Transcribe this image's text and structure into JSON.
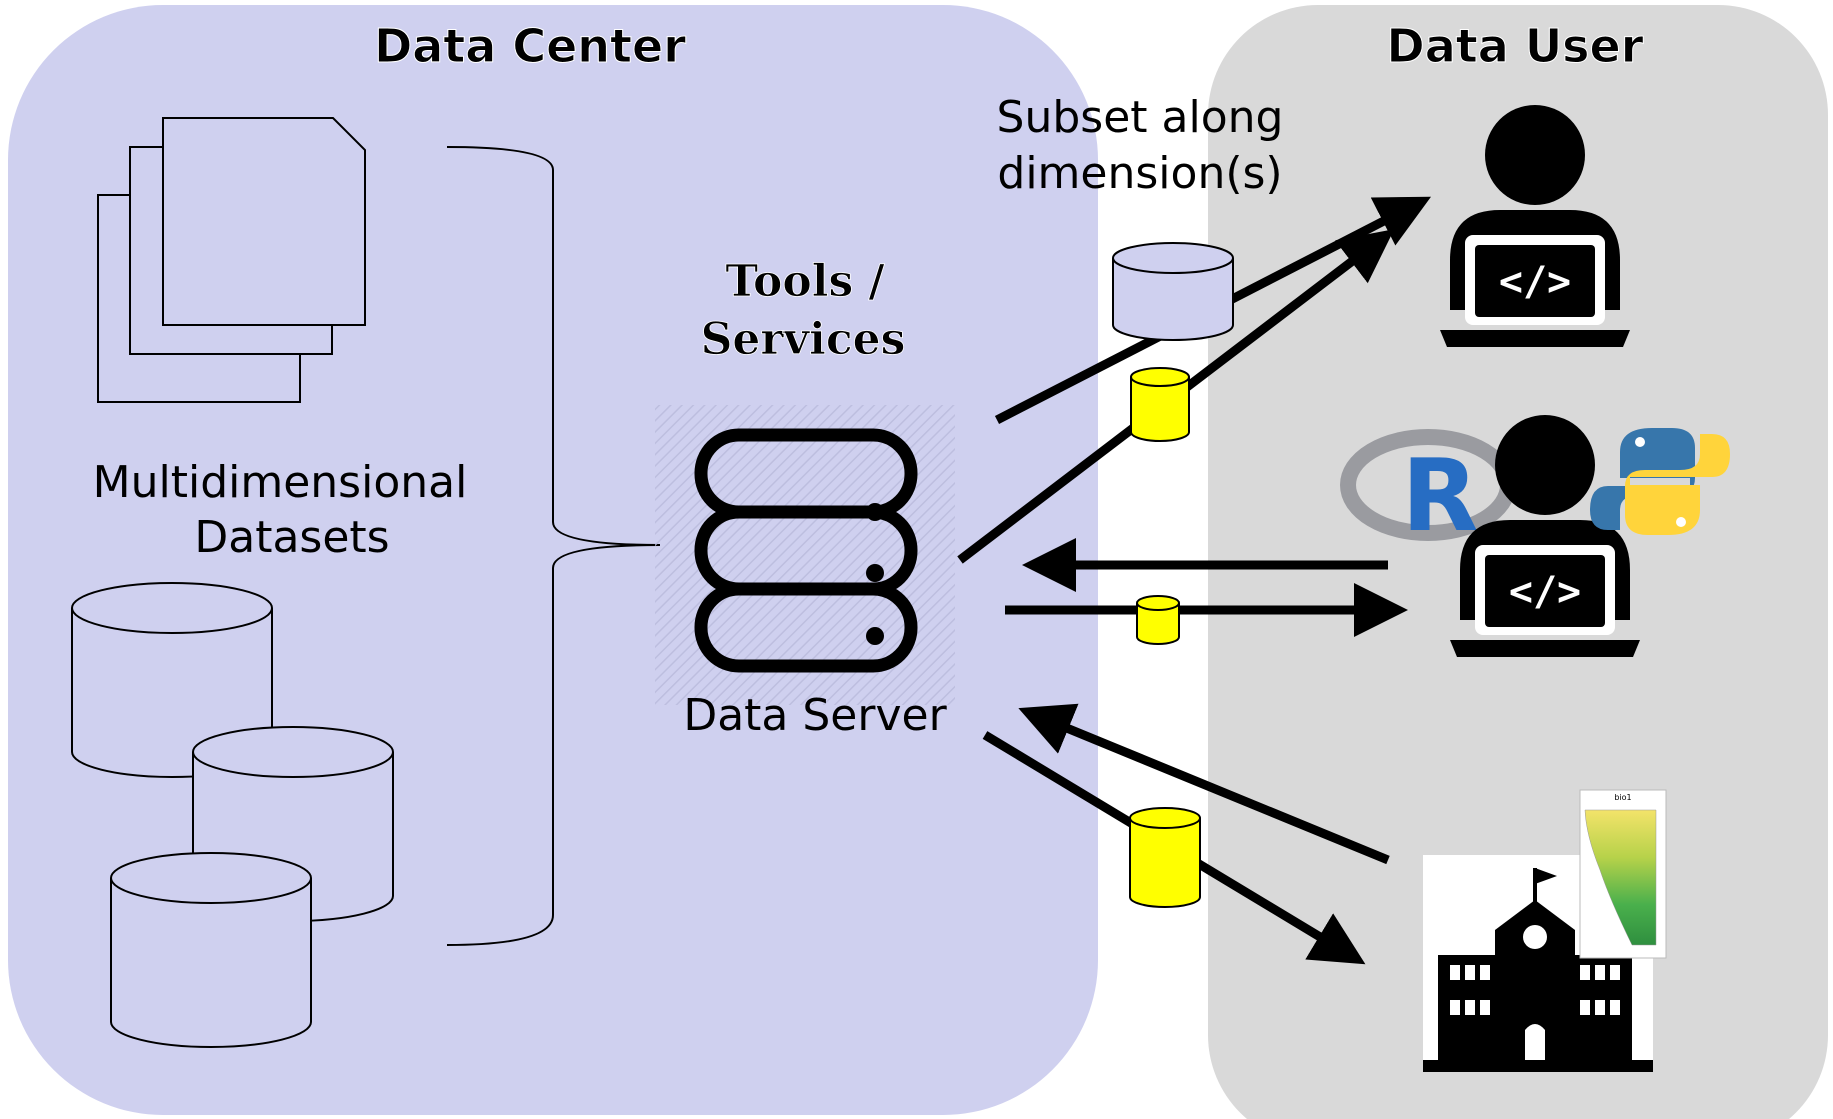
{
  "regions": {
    "data_center": {
      "title": "Data Center",
      "fill": "#cfd0ef"
    },
    "data_user": {
      "title": "Data User",
      "fill": "#d9d9d9"
    }
  },
  "datasets": {
    "label_line1": "Multidimensional",
    "label_line2": "Datasets"
  },
  "tools": {
    "label_line1": "Tools /",
    "label_line2": "Services"
  },
  "server": {
    "label": "Data Server",
    "icon": "database-server-icon"
  },
  "subset": {
    "label_line1": "Subset along",
    "label_line2": "dimension(s)"
  },
  "map_thumbnail": {
    "title": "bio1"
  },
  "users": [
    {
      "name": "programmer",
      "icon": "person-laptop-code-icon"
    },
    {
      "name": "r-python-user",
      "icon": "person-laptop-code-icon",
      "extra_icons": [
        "r-logo-icon",
        "python-logo-icon"
      ]
    },
    {
      "name": "institution",
      "icon": "school-building-icon"
    }
  ],
  "colors": {
    "subset_cylinder": "#ffff00",
    "dataset_cylinder": "#cfd0ef",
    "arrow": "#000000",
    "r_blue": "#276dc3",
    "python_blue": "#3776ab",
    "python_yellow": "#ffd43b"
  }
}
